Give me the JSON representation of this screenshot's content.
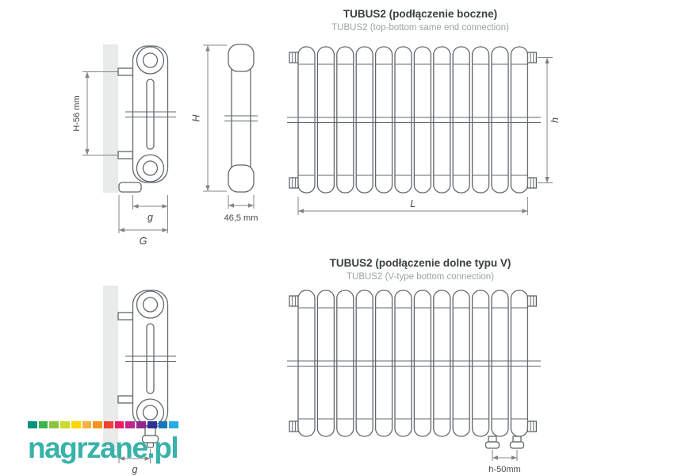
{
  "top_diagram": {
    "title": "TUBUS2 (podłączenie boczne)",
    "subtitle": "TUBUS2 (top-bottom same end connection)",
    "dims": {
      "h56": "H-56 mm",
      "g": "g",
      "G": "G",
      "H": "H",
      "depth": "46,5 mm",
      "h": "h",
      "L": "L"
    }
  },
  "bottom_diagram": {
    "title": "TUBUS2 (podłączenie dolne typu V)",
    "subtitle": "TUBUS2 (V-type bottom connection)",
    "dims": {
      "g": "g",
      "h50": "h-50mm"
    }
  },
  "logo": {
    "text": "nagrzane.pl",
    "text_color": "#38b2aa",
    "palette": [
      "#00947e",
      "#3ab54b",
      "#8cc63e",
      "#cbdb2a",
      "#ffd400",
      "#fbb040",
      "#f7941e",
      "#ef4136",
      "#ed1c67",
      "#c0278d",
      "#92278f",
      "#2e3192",
      "#1c75bc",
      "#29abe2"
    ]
  },
  "colors": {
    "outline": "#62686c",
    "dimension": "#808687",
    "wall": "#e9eaea",
    "title": "#3a4040",
    "subtitle": "#9aa3a4"
  }
}
